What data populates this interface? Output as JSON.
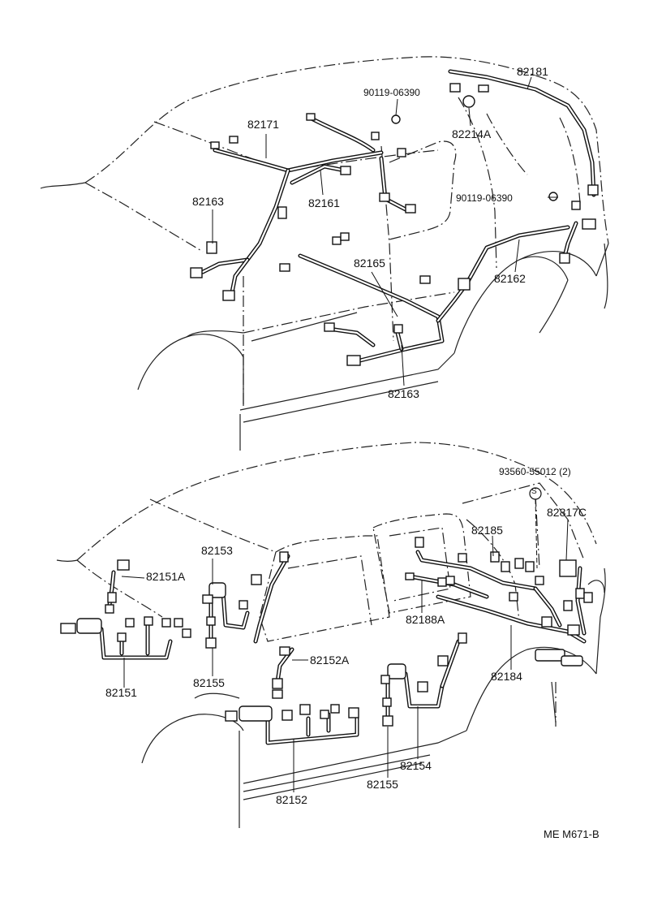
{
  "top_diagram": {
    "labels": {
      "p82181": "82181",
      "p90119a": "90119-06390",
      "p82214A": "82214A",
      "p82171": "82171",
      "p82161": "82161",
      "p82163a": "82163",
      "p90119b": "90119-06390",
      "p82165": "82165",
      "p82162": "82162",
      "p82163b": "82163"
    }
  },
  "bottom_diagram": {
    "labels": {
      "p93560": "93560-55012 (2)",
      "p82817C": "82817C",
      "p82185": "82185",
      "p82153": "82153",
      "p82151A": "82151A",
      "p82188A": "82188A",
      "p82184": "82184",
      "p82151": "82151",
      "p82155a": "82155",
      "p82152A": "82152A",
      "p82152": "82152",
      "p82154": "82154",
      "p82155b": "82155"
    },
    "screw_symbol": "S"
  },
  "reference_code": "ME  M671-B"
}
